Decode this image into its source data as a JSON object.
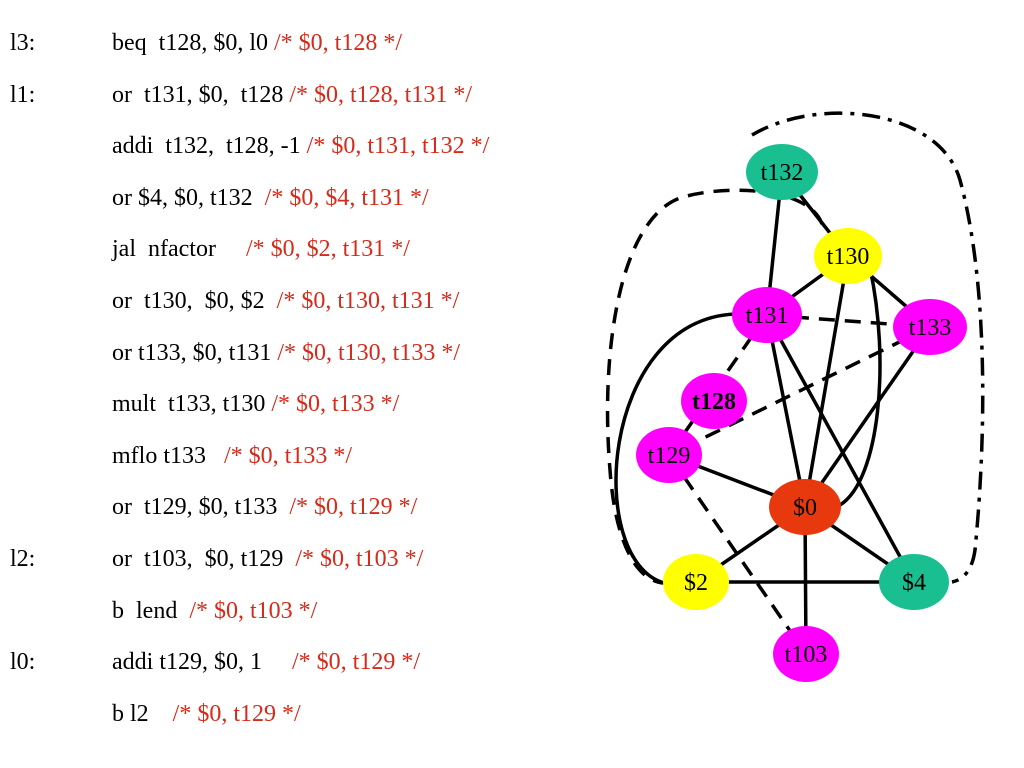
{
  "colors": {
    "comment": "#d62a1a",
    "magenta": "#ff00ff",
    "yellow": "#ffff00",
    "teal": "#1abf91",
    "red": "#e8390e"
  },
  "code": [
    {
      "label": "l3:",
      "instr": "beq  t128, $0, l0 ",
      "comment": "/* $0, t128 */"
    },
    {
      "label": "l1:",
      "instr": "or  t131, $0,  t128 ",
      "comment": "/* $0, t128, t131 */"
    },
    {
      "label": "",
      "instr": "addi  t132,  t128, -1 ",
      "comment": "/* $0, t131, t132 */"
    },
    {
      "label": "",
      "instr": "or $4, $0, t132  ",
      "comment": "/* $0, $4, t131 */"
    },
    {
      "label": "",
      "instr": "jal  nfactor     ",
      "comment": "/* $0, $2, t131 */"
    },
    {
      "label": "",
      "instr": "or  t130,  $0, $2  ",
      "comment": "/* $0, t130, t131 */"
    },
    {
      "label": "",
      "instr": "or t133, $0, t131 ",
      "comment": "/* $0, t130, t133 */"
    },
    {
      "label": "",
      "instr": "mult  t133, t130 ",
      "comment": "/* $0, t133 */"
    },
    {
      "label": "",
      "instr": "mflo t133   ",
      "comment": "/* $0, t133 */"
    },
    {
      "label": "",
      "instr": "or  t129, $0, t133  ",
      "comment": "/* $0, t129 */"
    },
    {
      "label": "l2:",
      "instr": "or  t103,  $0, t129  ",
      "comment": "/* $0, t103 */"
    },
    {
      "label": "",
      "instr": "b  lend  ",
      "comment": "/* $0, t103 */"
    },
    {
      "label": "l0:",
      "instr": "addi t129, $0, 1     ",
      "comment": "/* $0, t129 */"
    },
    {
      "label": "",
      "instr": "b l2    ",
      "comment": "/* $0, t129 */"
    }
  ],
  "graph": {
    "nodes": [
      {
        "id": "t132",
        "label": "t132",
        "color": "teal"
      },
      {
        "id": "t130",
        "label": "t130",
        "color": "yellow"
      },
      {
        "id": "t131",
        "label": "t131",
        "color": "magenta"
      },
      {
        "id": "t133",
        "label": "t133",
        "color": "magenta"
      },
      {
        "id": "t128",
        "label": "t128",
        "color": "magenta"
      },
      {
        "id": "t129",
        "label": "t129",
        "color": "magenta"
      },
      {
        "id": "r0",
        "label": "$0",
        "color": "red"
      },
      {
        "id": "r2",
        "label": "$2",
        "color": "yellow"
      },
      {
        "id": "r4",
        "label": "$4",
        "color": "teal"
      },
      {
        "id": "t103",
        "label": "t103",
        "color": "magenta"
      }
    ],
    "edges": [
      {
        "from": "t132",
        "to": "t130",
        "style": "solid"
      },
      {
        "from": "t132",
        "to": "t131",
        "style": "solid"
      },
      {
        "from": "t130",
        "to": "t131",
        "style": "solid"
      },
      {
        "from": "t130",
        "to": "t133",
        "style": "solid"
      },
      {
        "from": "t130",
        "to": "r0",
        "style": "solid"
      },
      {
        "from": "t130",
        "to": "r0",
        "style": "solid-curve"
      },
      {
        "from": "t131",
        "to": "r0",
        "style": "solid"
      },
      {
        "from": "t131",
        "to": "r4",
        "style": "solid"
      },
      {
        "from": "t131",
        "to": "r2",
        "style": "solid-curve"
      },
      {
        "from": "t131",
        "to": "t133",
        "style": "dashed"
      },
      {
        "from": "t131",
        "to": "t129",
        "style": "dashed"
      },
      {
        "from": "t133",
        "to": "r0",
        "style": "solid"
      },
      {
        "from": "t133",
        "to": "t129",
        "style": "dashed"
      },
      {
        "from": "t129",
        "to": "r0",
        "style": "solid"
      },
      {
        "from": "t129",
        "to": "t103",
        "style": "dashed"
      },
      {
        "from": "r0",
        "to": "r2",
        "style": "solid"
      },
      {
        "from": "r0",
        "to": "r4",
        "style": "solid"
      },
      {
        "from": "r0",
        "to": "t103",
        "style": "solid"
      },
      {
        "from": "r2",
        "to": "r4",
        "style": "solid"
      },
      {
        "from": "t132",
        "to": "r4",
        "style": "dash-dot"
      },
      {
        "from": "t130",
        "to": "r2",
        "style": "dashed-curve"
      }
    ]
  }
}
